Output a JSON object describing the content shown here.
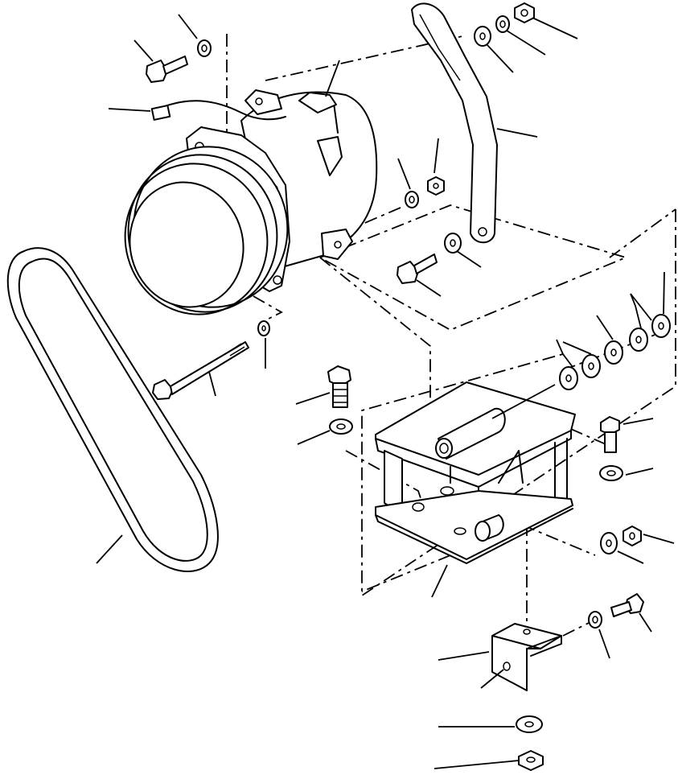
{
  "diagram": {
    "kind": "exploded parts view",
    "parts": [
      "compressor",
      "drive-belt",
      "adjuster-bracket",
      "mounting-bracket",
      "angle-bracket",
      "hex-bolt",
      "washer",
      "lock-washer",
      "hex-nut",
      "long-bolt",
      "pivot-pin",
      "wire-connector"
    ]
  }
}
